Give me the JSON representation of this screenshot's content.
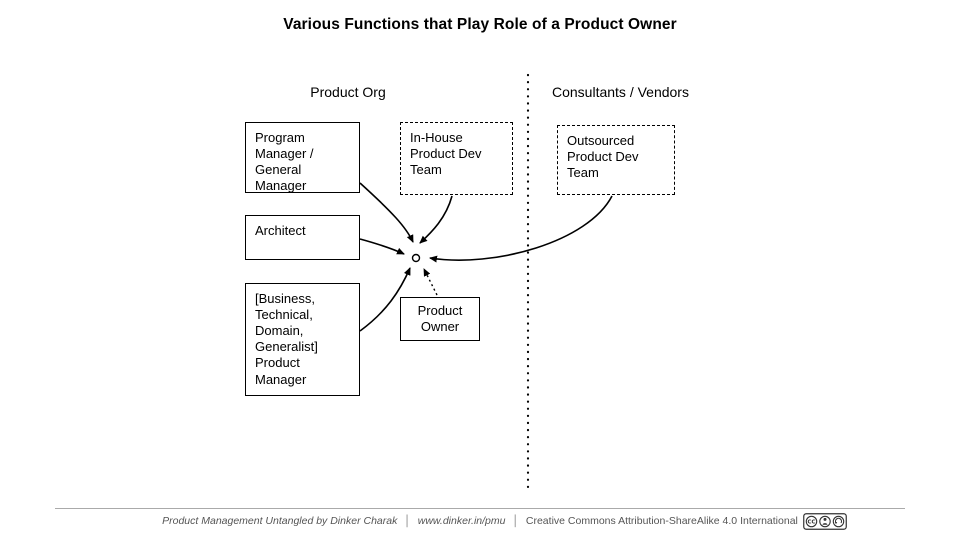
{
  "title": "Various Functions that Play Role of a Product Owner",
  "columns": {
    "left_header": "Product Org",
    "right_header": "Consultants / Vendors"
  },
  "boxes": {
    "program_manager": "Program\nManager /\nGeneral\nManager",
    "architect": "Architect",
    "product_manager": "[Business,\nTechnical,\nDomain,\nGeneralist]\nProduct\nManager",
    "in_house_team": "In-House\nProduct Dev\nTeam",
    "outsourced_team": "Outsourced\nProduct Dev\nTeam",
    "product_owner": "Product\nOwner"
  },
  "footer": {
    "book": "Product Management Untangled by Dinker Charak",
    "separator": "│",
    "url": "www.dinker.in/pmu",
    "license": "Creative Commons Attribution-ShareAlike 4.0 International",
    "badge": "CC BY-SA"
  },
  "colors": {
    "stroke": "#000000",
    "footer_text": "#555555",
    "rule": "#aaaaaa"
  }
}
